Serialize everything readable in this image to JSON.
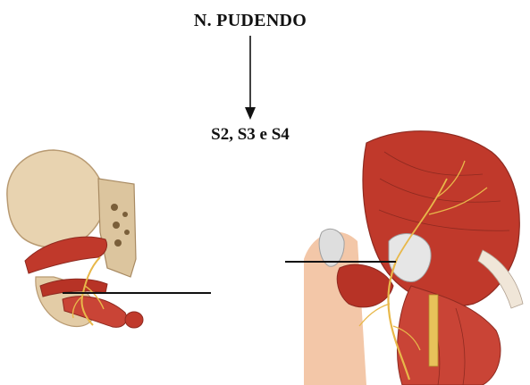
{
  "diagram": {
    "title": "N. PUDENDO",
    "roots_label": "S2, S3 e S4"
  },
  "illustrations": {
    "left": "posterior-pelvis-anatomy-illustration",
    "right": "perineal-muscles-anatomy-illustration"
  },
  "colors": {
    "muscle": "#c0392b",
    "bone": "#e8d3b0",
    "nerve": "#e8b84a",
    "line": "#111111"
  }
}
